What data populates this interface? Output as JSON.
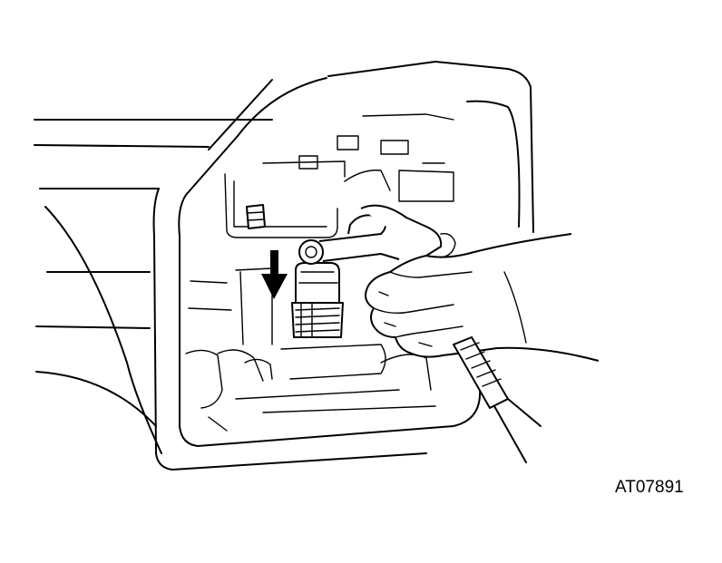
{
  "figure": {
    "id_label": "AT07891",
    "arrow_direction": "down",
    "icons": [
      "transmission-case-body",
      "valve-body-cutout",
      "downward-arrow-icon",
      "accumulator-piston",
      "air-gun-nozzle",
      "hand",
      "air-hose"
    ]
  }
}
